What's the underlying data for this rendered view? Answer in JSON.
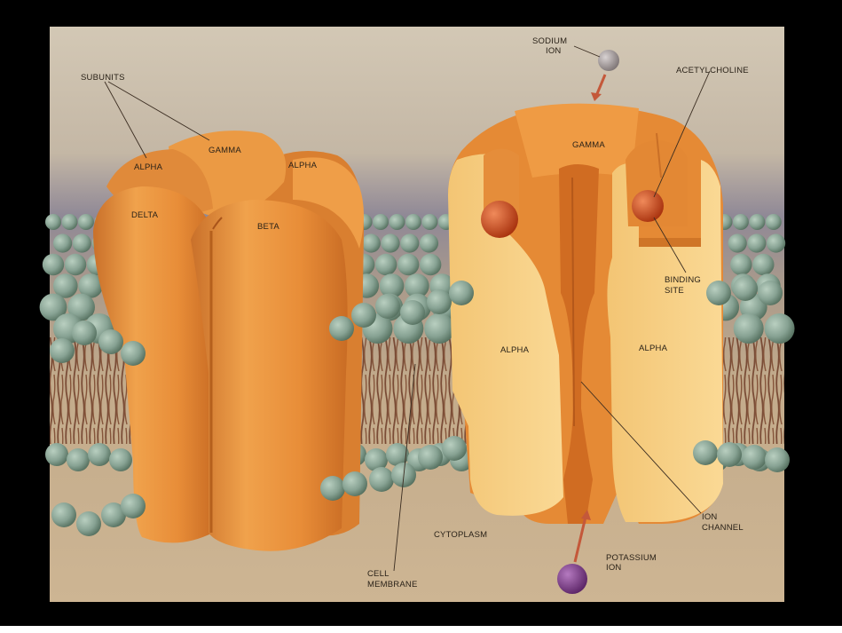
{
  "labels": {
    "subunits": "SUBUNITS",
    "gamma_left": "GAMMA",
    "alpha_left_1": "ALPHA",
    "alpha_left_2": "ALPHA",
    "delta": "DELTA",
    "beta": "BETA",
    "sodium_1": "SODIUM",
    "sodium_2": "ION",
    "acetylcholine": "ACETYLCHOLINE",
    "gamma_right": "GAMMA",
    "binding_1": "BINDING",
    "binding_2": "SITE",
    "alpha_right_1": "ALPHA",
    "alpha_right_2": "ALPHA",
    "ion_channel_1": "ION",
    "ion_channel_2": "CHANNEL",
    "cytoplasm": "CYTOPLASM",
    "cell_membrane_1": "CELL",
    "cell_membrane_2": "MEMBRANE",
    "potassium_1": "POTASSIUM",
    "potassium_2": "ION"
  },
  "colors": {
    "frame": "#000000",
    "background_top": "#cfc3b0",
    "background_mid": "#8d8594",
    "cytoplasm": "#cdb592",
    "protein": "#e9903a",
    "protein_dark": "#c86a22",
    "protein_cut": "#f6cf82",
    "lipid_head": "#8ea897",
    "lipid_tail": "#6b3a26",
    "sodium_ion": "#9a9191",
    "potassium_ion": "#7c3f86",
    "acetylcholine": "#c4481e"
  }
}
